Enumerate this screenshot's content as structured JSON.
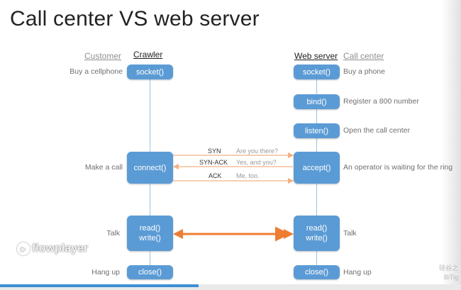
{
  "slide": {
    "title": "Call center VS web server",
    "headers": {
      "customer": "Customer",
      "crawler": "Crawler",
      "web_server": "Web server",
      "call_center": "Call center"
    },
    "client_boxes": {
      "socket": "socket()",
      "connect": "connect()",
      "read": "read()",
      "write": "write()",
      "close": "close()"
    },
    "server_boxes": {
      "socket": "socket()",
      "bind": "bind()",
      "listen": "listen()",
      "accept": "accept()",
      "read": "read()",
      "write": "write()",
      "close": "close()"
    },
    "left_labels": {
      "buy_cellphone": "Buy a cellphone",
      "make_call": "Make a call",
      "talk": "Talk",
      "hang_up": "Hang up"
    },
    "right_labels": {
      "buy_phone": "Buy a phone",
      "register": "Register a 800 number",
      "open": "Open the call center",
      "operator": "An operator is waiting for the ring",
      "talk": "Talk",
      "hang_up": "Hang up"
    },
    "handshake": {
      "syn": "SYN",
      "syn_note": "Are you there?",
      "synack": "SYN-ACK",
      "synack_note": "Yes, and you?",
      "ack": "ACK",
      "ack_note": "Me, too."
    }
  },
  "overlay": {
    "watermark": "flowplayer",
    "corner_line1": "硅谷之",
    "corner_line2": "BiTig",
    "progress": 0.43
  },
  "colors": {
    "box": "#5b9bd5",
    "handshake_arrow": "#f4b183",
    "talk_arrow": "#ed7d31"
  }
}
